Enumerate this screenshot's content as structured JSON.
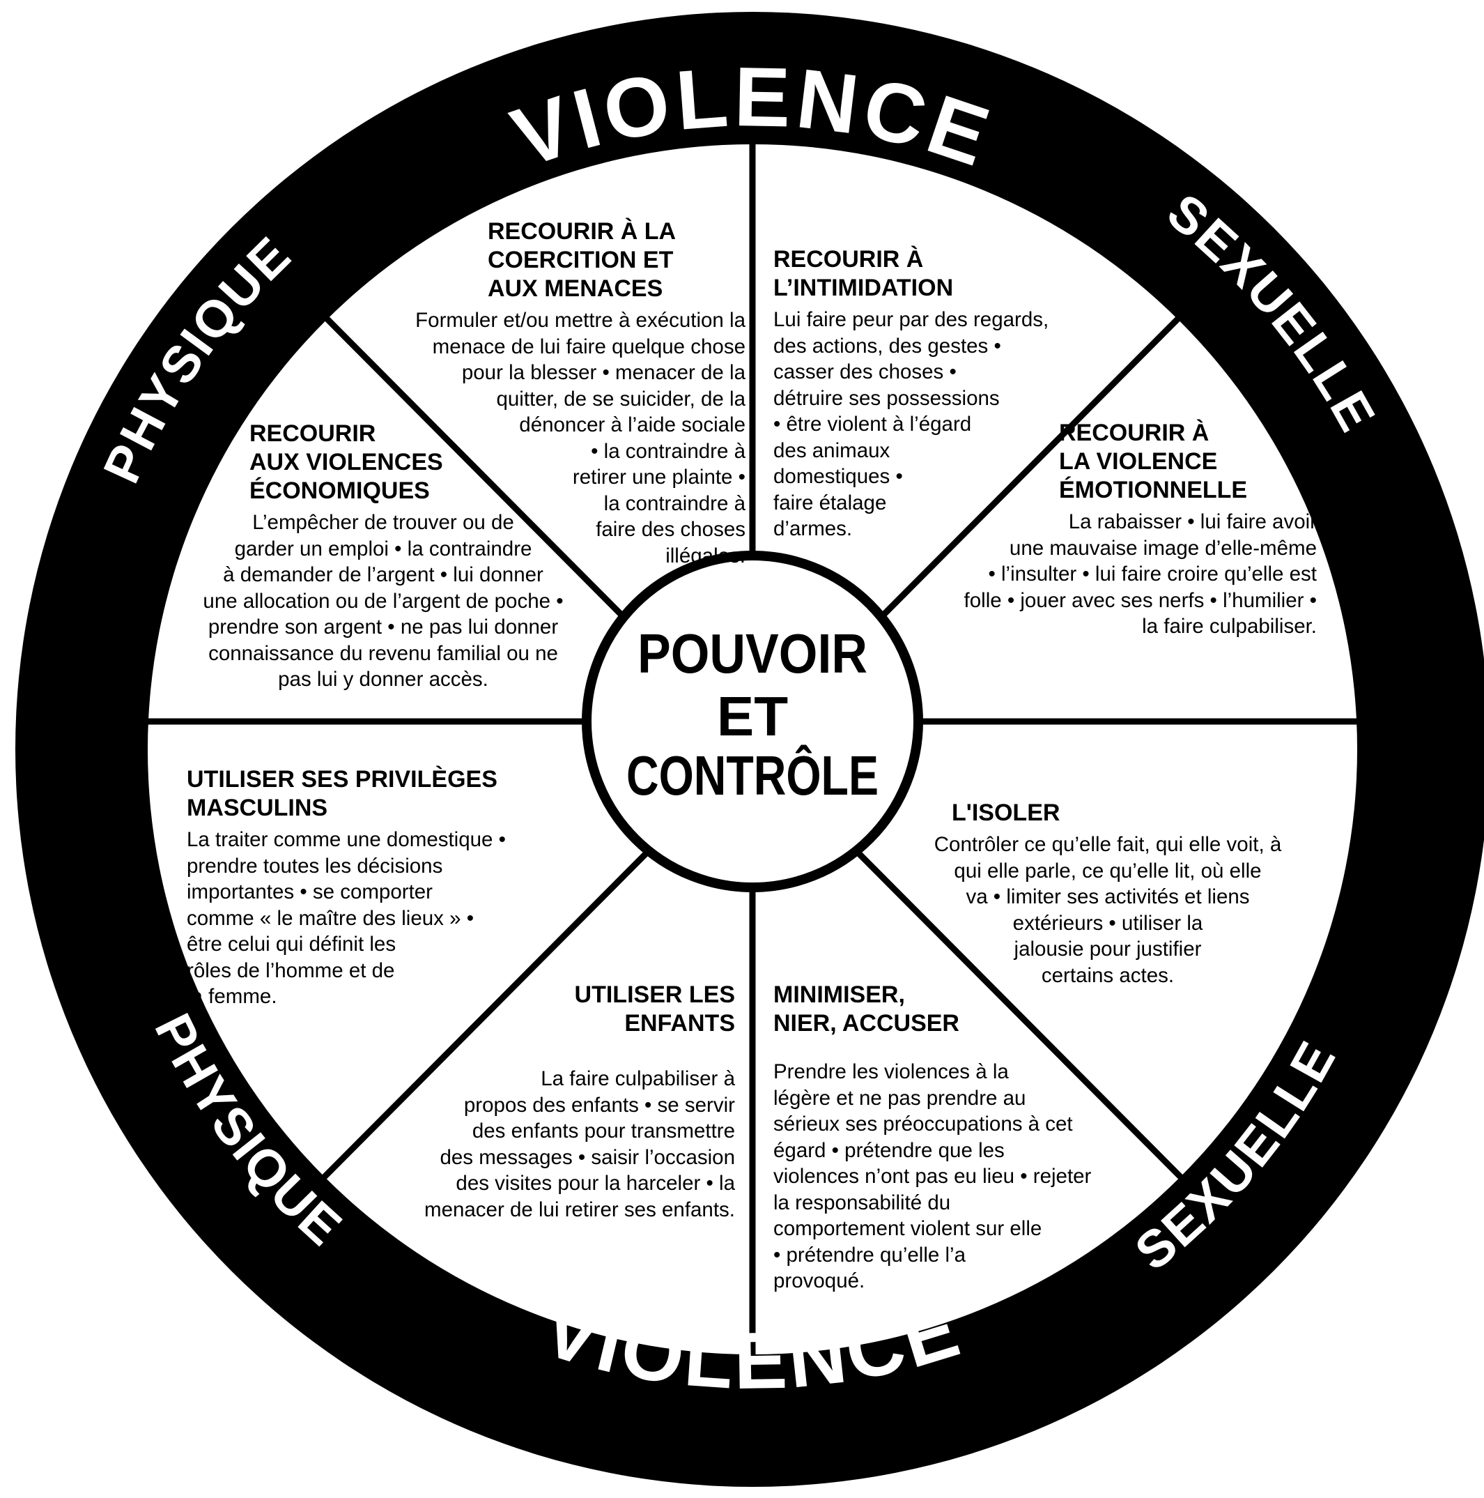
{
  "rim": {
    "top": "VIOLENCE",
    "bottom": "VIOLENCE",
    "upper_left": "PHYSIQUE",
    "upper_right": "SEXUELLE",
    "lower_left": "PHYSIQUE",
    "lower_right": "SEXUELLE"
  },
  "center": {
    "line1": "POUVOIR",
    "line2": "ET",
    "line3": "CONTRÔLE"
  },
  "segments": {
    "coercion": {
      "title": "RECOURIR À LA\nCOERCITION ET\nAUX MENACES",
      "body": "Formuler et/ou mettre à exécution la\nmenace de lui faire quelque chose\npour la blesser • menacer de la\nquitter, de se suicider, de la\ndénoncer à l’aide sociale\n• la contraindre à\nretirer une plainte •\nla contraindre à\nfaire des choses\nillégales."
    },
    "intimidation": {
      "title": "RECOURIR À\nL’INTIMIDATION",
      "body": "Lui faire peur par des regards,\ndes actions, des gestes •\ncasser des choses •\ndétruire ses possessions\n• être violent à l’égard\ndes animaux\ndomestiques •\nfaire étalage\nd’armes."
    },
    "emotional": {
      "title": "RECOURIR À\nLA VIOLENCE\nÉMOTIONNELLE",
      "body": "La rabaisser • lui faire avoir\nune mauvaise image d’elle-même\n• l’insulter • lui faire croire qu’elle est\nfolle • jouer avec ses nerfs • l’humilier •\nla faire culpabiliser."
    },
    "isolation": {
      "title": "L'ISOLER",
      "body": "Contrôler ce qu’elle fait, qui elle voit, à\nqui elle parle, ce qu’elle lit, où elle\nva • limiter ses activités et liens\nextérieurs • utiliser la\njalousie pour justifier\ncertains actes."
    },
    "minimize": {
      "title": "MINIMISER,\nNIER, ACCUSER",
      "body": "Prendre les violences à la\nlégère et ne pas prendre au\nsérieux ses préoccupations à cet\négard • prétendre que les\nviolences n’ont pas eu lieu • rejeter\nla responsabilité du\ncomportement violent sur elle\n• prétendre qu’elle l’a\nprovoqué."
    },
    "children": {
      "title": "UTILISER LES\nENFANTS",
      "body": "La faire culpabiliser à\npropos des enfants • se servir\ndes enfants pour transmettre\ndes messages • saisir l’occasion\ndes visites pour la harceler • la\nmenacer de lui retirer ses enfants."
    },
    "privilege": {
      "title": "UTILISER SES PRIVILÈGES\nMASCULINS",
      "body": "La traiter comme une domestique •\nprendre toutes les décisions\nimportantes • se comporter\ncomme « le maître des lieux » •\nêtre celui qui définit les\nrôles de l’homme et de\nla femme."
    },
    "economic": {
      "title": "RECOURIR\nAUX VIOLENCES\nÉCONOMIQUES",
      "body": "L’empêcher de trouver ou de\ngarder un emploi • la contraindre\nà demander de l’argent • lui donner\nune allocation ou de l’argent de poche •\nprendre son argent • ne pas lui donner\nconnaissance du revenu familial ou ne\npas lui y donner accès."
    }
  }
}
